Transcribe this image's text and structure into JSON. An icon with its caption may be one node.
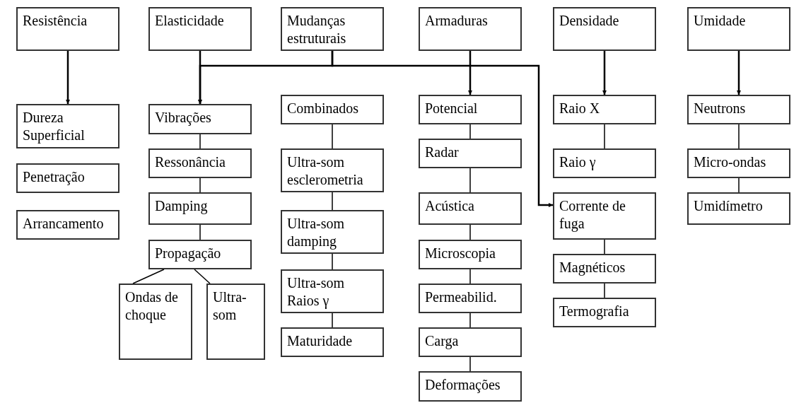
{
  "diagram": {
    "nodes": [
      {
        "text": [
          "Resistência"
        ]
      },
      {
        "text": [
          "Elasticidade"
        ]
      },
      {
        "text": [
          "Mudanças estruturais"
        ]
      },
      {
        "text": [
          "Armaduras"
        ]
      },
      {
        "text": [
          "Densidade"
        ]
      },
      {
        "text": [
          "Umidade"
        ]
      },
      {
        "text": [
          "Dureza Superficial"
        ]
      },
      {
        "text": [
          "Penetração"
        ]
      },
      {
        "text": [
          "Arrancamento"
        ]
      },
      {
        "text": [
          "Vibrações"
        ]
      },
      {
        "text": [
          "Ressonância"
        ]
      },
      {
        "text": [
          "Damping"
        ]
      },
      {
        "text": [
          "Propagação"
        ]
      },
      {
        "text": [
          "Ondas de choque"
        ]
      },
      {
        "text": [
          "Ultra-som"
        ]
      },
      {
        "text": [
          "Combinados"
        ]
      },
      {
        "text": [
          "Ultra-som esclerometria"
        ]
      },
      {
        "text": [
          "Ultra-som damping"
        ]
      },
      {
        "text": [
          "Ultra-som Raios γ"
        ]
      },
      {
        "text": [
          "Maturidade"
        ]
      },
      {
        "text": [
          "Potencial"
        ]
      },
      {
        "text": [
          "Radar"
        ]
      },
      {
        "text": [
          "Acústica"
        ]
      },
      {
        "text": [
          "Microscopia"
        ]
      },
      {
        "text": [
          "Permeabilid."
        ]
      },
      {
        "text": [
          "Carga"
        ]
      },
      {
        "text": [
          "Deformações"
        ]
      },
      {
        "text": [
          "Raio X"
        ]
      },
      {
        "text": [
          "Raio γ"
        ]
      },
      {
        "text": [
          "Corrente de fuga"
        ]
      },
      {
        "text": [
          "Magnéticos"
        ]
      },
      {
        "text": [
          "Termografia"
        ]
      },
      {
        "text": [
          "Neutrons"
        ]
      },
      {
        "text": [
          "Micro-ondas"
        ]
      },
      {
        "text": [
          "Umidímetro"
        ]
      }
    ],
    "edges": [
      {
        "from": 0,
        "to": 6,
        "arrow": "to"
      },
      {
        "from": 1,
        "to": 9,
        "arrow": "to"
      },
      {
        "from": 2,
        "to": 9,
        "arrow": "to"
      },
      {
        "from": 2,
        "to": 29,
        "arrow": "to"
      },
      {
        "from": 3,
        "to": 20,
        "arrow": "to"
      },
      {
        "from": 4,
        "to": 27,
        "arrow": "to"
      },
      {
        "from": 5,
        "to": 32,
        "arrow": "to"
      },
      {
        "from": 9,
        "to": 10,
        "arrow": "none"
      },
      {
        "from": 10,
        "to": 11,
        "arrow": "none"
      },
      {
        "from": 11,
        "to": 12,
        "arrow": "none"
      },
      {
        "from": 12,
        "to": 13,
        "arrow": "none"
      },
      {
        "from": 12,
        "to": 14,
        "arrow": "none"
      },
      {
        "from": 15,
        "to": 16,
        "arrow": "none"
      },
      {
        "from": 16,
        "to": 17,
        "arrow": "none"
      },
      {
        "from": 17,
        "to": 18,
        "arrow": "none"
      },
      {
        "from": 18,
        "to": 19,
        "arrow": "none"
      },
      {
        "from": 20,
        "to": 21,
        "arrow": "none"
      },
      {
        "from": 21,
        "to": 22,
        "arrow": "none"
      },
      {
        "from": 22,
        "to": 23,
        "arrow": "none"
      },
      {
        "from": 23,
        "to": 24,
        "arrow": "none"
      },
      {
        "from": 24,
        "to": 25,
        "arrow": "none"
      },
      {
        "from": 25,
        "to": 26,
        "arrow": "none"
      },
      {
        "from": 27,
        "to": 28,
        "arrow": "none"
      },
      {
        "from": 29,
        "to": 30,
        "arrow": "none"
      },
      {
        "from": 30,
        "to": 31,
        "arrow": "none"
      },
      {
        "from": 32,
        "to": 33,
        "arrow": "none"
      },
      {
        "from": 33,
        "to": 34,
        "arrow": "none"
      }
    ]
  }
}
